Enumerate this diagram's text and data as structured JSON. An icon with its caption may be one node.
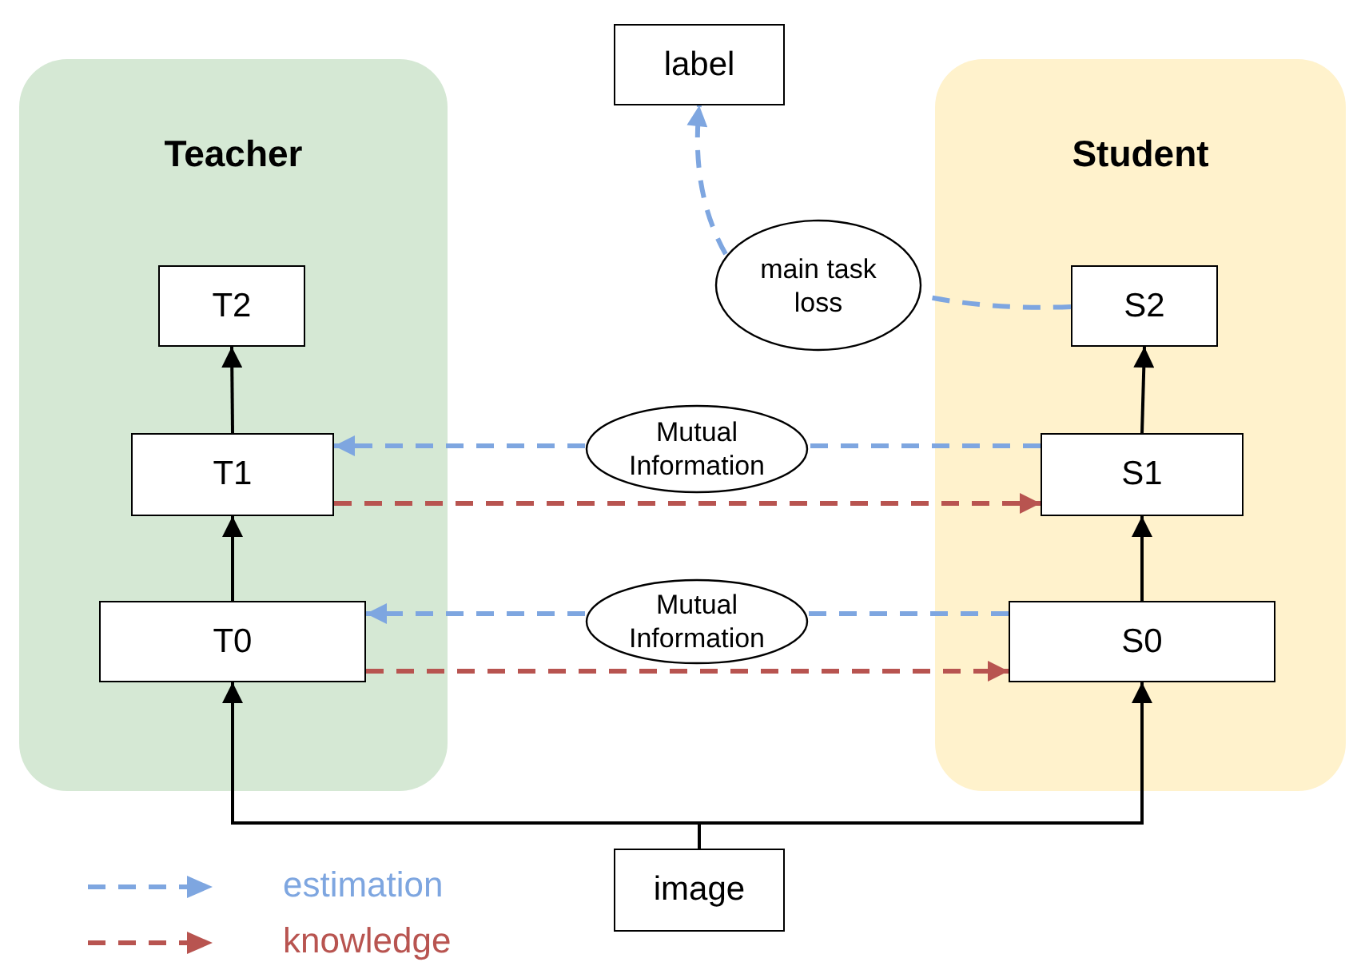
{
  "diagram": {
    "nodes": [
      {
        "text": [
          "Teacher"
        ]
      },
      {
        "text": [
          "T2"
        ],
        "in": 0
      },
      {
        "text": [
          "T1"
        ],
        "in": 0
      },
      {
        "text": [
          "T0"
        ],
        "in": 0
      },
      {
        "text": [
          "Student"
        ]
      },
      {
        "text": [
          "S2"
        ],
        "in": 4
      },
      {
        "text": [
          "S1"
        ],
        "in": 4
      },
      {
        "text": [
          "S0"
        ],
        "in": 4
      },
      {
        "text": [
          "label"
        ]
      },
      {
        "text": [
          "main task loss"
        ]
      },
      {
        "text": [
          "Mutual Information"
        ]
      },
      {
        "text": [
          "Mutual Information"
        ]
      },
      {
        "text": [
          "image"
        ]
      }
    ],
    "edges": [
      {
        "from": 2,
        "to": 1,
        "arrow": "to"
      },
      {
        "from": 3,
        "to": 2,
        "arrow": "to"
      },
      {
        "from": 12,
        "to": 3,
        "arrow": "to"
      },
      {
        "from": 12,
        "to": 7,
        "arrow": "to"
      },
      {
        "from": 7,
        "to": 6,
        "arrow": "to"
      },
      {
        "from": 6,
        "to": 5,
        "arrow": "to"
      },
      {
        "from": 5,
        "to": 9,
        "arrow": "none",
        "style": "dashed",
        "color": "#7ea6e0"
      },
      {
        "from": 9,
        "to": 8,
        "arrow": "to",
        "style": "dashed",
        "color": "#7ea6e0"
      },
      {
        "from": 6,
        "to": 10,
        "arrow": "none",
        "style": "dashed",
        "color": "#7ea6e0"
      },
      {
        "from": 10,
        "to": 2,
        "arrow": "to",
        "style": "dashed",
        "color": "#7ea6e0"
      },
      {
        "from": 2,
        "to": 6,
        "arrow": "to",
        "style": "dashed",
        "color": "#b85450"
      },
      {
        "from": 7,
        "to": 11,
        "arrow": "none",
        "style": "dashed",
        "color": "#7ea6e0"
      },
      {
        "from": 11,
        "to": 3,
        "arrow": "to",
        "style": "dashed",
        "color": "#7ea6e0"
      },
      {
        "from": 3,
        "to": 7,
        "arrow": "to",
        "style": "dashed",
        "color": "#b85450"
      }
    ],
    "legend": [
      {
        "text": "estimation"
      },
      {
        "text": "knowledge"
      }
    ]
  }
}
